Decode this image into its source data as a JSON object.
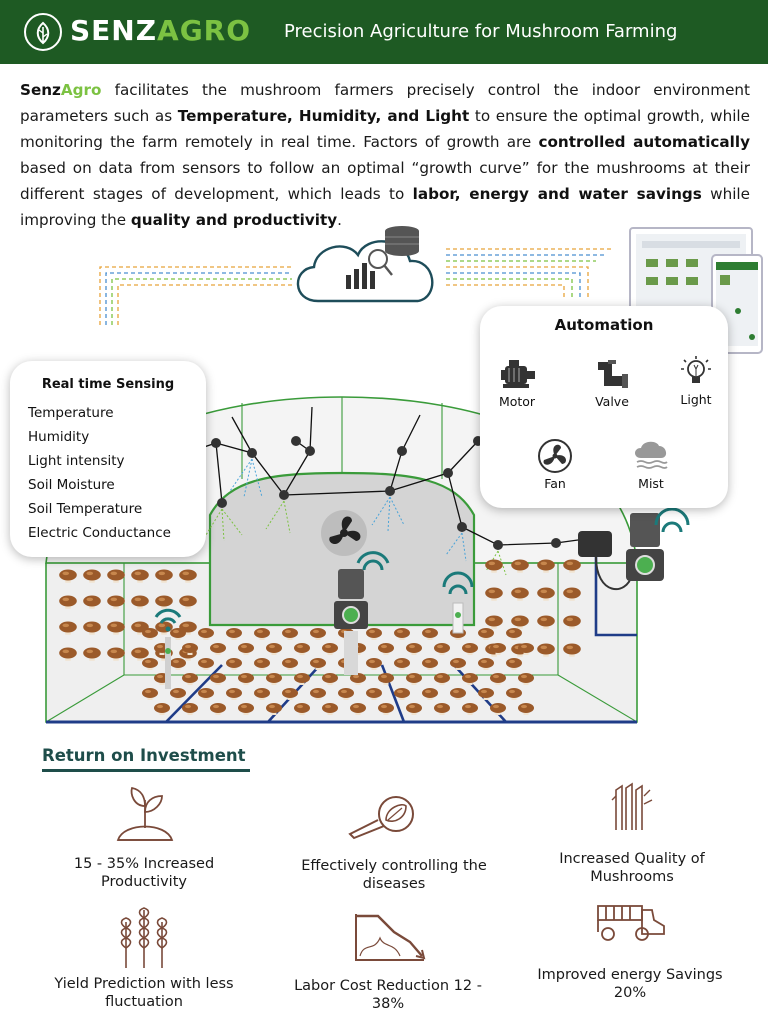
{
  "header": {
    "brand_senz": "SENZ",
    "brand_agro": "AGRO",
    "tagline": "Precision Agriculture for Mushroom Farming",
    "background_color": "#1e5a23",
    "accent_color": "#7cc242",
    "logo_icon": "leaf-in-circle-icon"
  },
  "intro": {
    "brand_senz": "Senz",
    "brand_agro": "Agro",
    "t1": " facilitates the mushroom farmers precisely control the indoor environment parameters such as ",
    "b1": "Temperature, Humidity, and Light",
    "t2": " to ensure the optimal growth, while monitoring the farm remotely in real time. Factors of growth are ",
    "b2": "controlled automatically",
    "t3": " based on data from sensors to follow an optimal “growth curve” for the mushrooms at their different stages of development, which leads to ",
    "b3": "labor, energy and water savings",
    "t4": " while improving the ",
    "b4": "quality and productivity",
    "t5": "."
  },
  "sensing": {
    "title": "Real time Sensing",
    "items": [
      "Temperature",
      "Humidity",
      "Light intensity",
      "Soil Moisture",
      "Soil Temperature",
      "Electric Conductance"
    ]
  },
  "automation": {
    "title": "Automation",
    "items": [
      {
        "label": "Motor",
        "icon": "motor-icon"
      },
      {
        "label": "Valve",
        "icon": "valve-icon"
      },
      {
        "label": "Light",
        "icon": "light-bulb-icon"
      },
      {
        "label": "Fan",
        "icon": "fan-icon"
      },
      {
        "label": "Mist",
        "icon": "mist-icon"
      }
    ]
  },
  "roi": {
    "title": "Return on Investment",
    "title_color": "#1e4d4a",
    "items": [
      {
        "text": "15 - 35% Increased Productivity",
        "icon": "sprout-icon"
      },
      {
        "text": "Effectively controlling the diseases",
        "icon": "magnifier-leaf-icon"
      },
      {
        "text": "Increased Quality of Mushrooms",
        "icon": "quality-stalks-icon"
      },
      {
        "text": "Yield Prediction with less fluctuation",
        "icon": "wheat-icon"
      },
      {
        "text": "Labor Cost Reduction 12 - 38%",
        "icon": "cost-reduction-chart-icon"
      },
      {
        "text": "Improved energy Savings 20%",
        "icon": "harvester-icon"
      }
    ]
  }
}
